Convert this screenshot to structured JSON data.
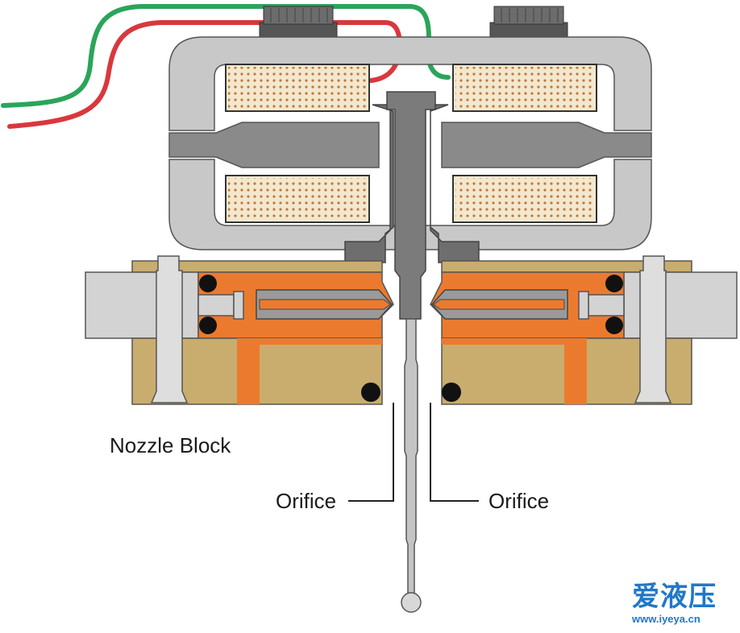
{
  "labels": {
    "nozzle_block": "Nozzle Block",
    "orifice_left": "Orifice",
    "orifice_right": "Orifice"
  },
  "watermark": {
    "title": "爱液压",
    "url": "www.iyeya.cn"
  },
  "colors": {
    "housing": "#c8c8c8",
    "stroke": "#555555",
    "armature": "#8a8a8a",
    "coil_fill": "#f3e8cf",
    "coil_dot": "#c07a3c",
    "block": "#c9ad6e",
    "oil": "#ec7a2e",
    "seal": "#111111",
    "wire_green": "#2aa55a",
    "wire_red": "#d8383d",
    "watermark": "#1f78c8"
  }
}
